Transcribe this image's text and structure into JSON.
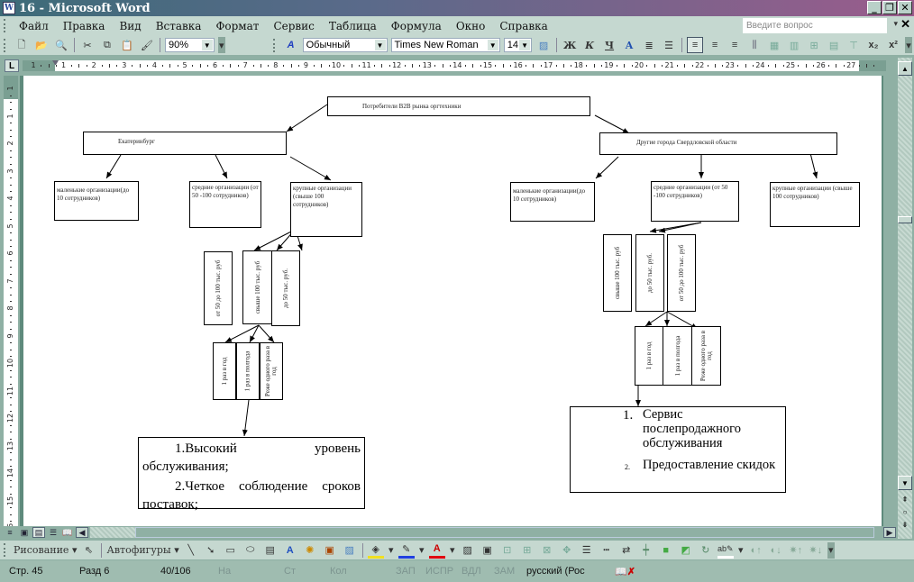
{
  "window": {
    "title": "16 - Microsoft Word",
    "app_icon": "word-icon",
    "controls": [
      "minimize",
      "restore",
      "close"
    ]
  },
  "menu": {
    "items": [
      "Файл",
      "Правка",
      "Вид",
      "Вставка",
      "Формат",
      "Сервис",
      "Таблица",
      "Формула",
      "Окно",
      "Справка"
    ],
    "ask_placeholder": "Введите вопрос"
  },
  "toolbar": {
    "zoom": "90%",
    "style": "Обычный",
    "font": "Times New Roman",
    "size": "14",
    "bold": "Ж",
    "italic": "К",
    "underline": "Ч",
    "font_color_glyph": "A",
    "subscript": "x₂",
    "superscript": "x²"
  },
  "ruler": {
    "horizontal": [
      "1",
      "1",
      "2",
      "3",
      "4",
      "5",
      "6",
      "7",
      "8",
      "9",
      "10",
      "11",
      "12",
      "13",
      "14",
      "15",
      "16",
      "17",
      "18",
      "19",
      "20",
      "21",
      "22",
      "23",
      "24",
      "25",
      "26",
      "27"
    ],
    "vertical": [
      "1",
      "1",
      "2",
      "3",
      "4",
      "5",
      "6",
      "7",
      "8",
      "9",
      "10",
      "11",
      "12",
      "13",
      "14",
      "15",
      "16"
    ]
  },
  "diagram": {
    "root": "Потребители B2B рынка оргтехники",
    "left": {
      "title": "Екатеринбург",
      "small": "маленькие организации(до 10 сотрудников)",
      "medium": "средние организации (от 50 -100 сотрудников)",
      "large": "крупные организации (свыше 100 сотрудников)",
      "budgets": [
        "от 50 до 100 тыс. руб",
        "свыше 100 тыс. руб",
        "до 50 тыс. руб."
      ],
      "frequency": [
        "1 раз в год",
        "1 раз в полгода",
        "Реже одного раза в год"
      ],
      "result_1": "1.Высокий уровень обслуживания;",
      "result_2": "2.Четкое соблюдение сроков поставок;"
    },
    "right": {
      "title": "Другие города Свердловской области",
      "small": "маленькие организации(до 10 сотрудников)",
      "medium": "средние организации (от 50 -100 сотрудников)",
      "large": "крупные организации (свыше 100 сотрудников)",
      "budgets": [
        "свыше 100 тыс. руб",
        "до 50 тыс. руб.",
        "от 50 до 100 тыс. руб"
      ],
      "frequency": [
        "1 раз в год",
        "1 раз в полгода",
        "Реже одного раза в год"
      ],
      "result_1_num": "1.",
      "result_1": "Сервис послепродажного обслуживания",
      "result_2_num": "2.",
      "result_2": "Предоставление скидок"
    }
  },
  "drawing_toolbar": {
    "drawing": "Рисование",
    "autoshapes": "Автофигуры"
  },
  "status": {
    "page": "Стр. 45",
    "section": "Разд 6",
    "pages": "40/106",
    "at": "На",
    "line": "Ст",
    "col": "Кол",
    "rec": "ЗАП",
    "trk": "ИСПР",
    "ext": "ВДЛ",
    "ovr": "ЗАМ",
    "language": "русский (Рос"
  }
}
